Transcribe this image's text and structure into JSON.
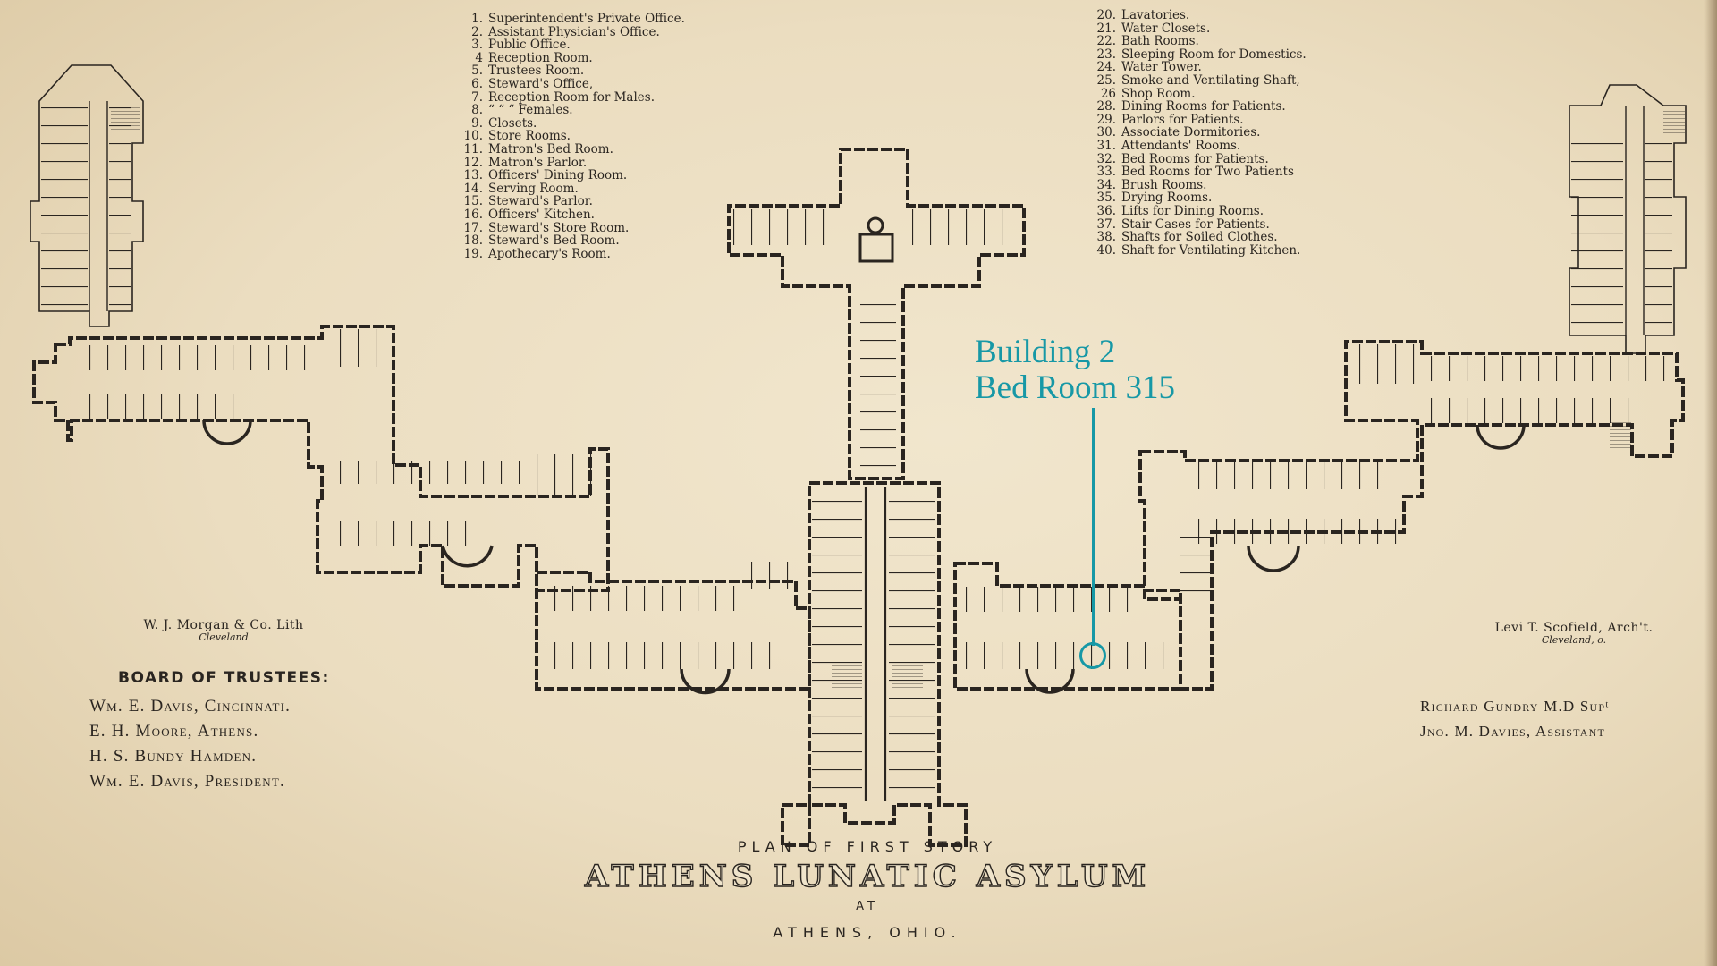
{
  "legend_left": [
    {
      "num": "1.",
      "label": "Superintendent's Private Office."
    },
    {
      "num": "2.",
      "label": "Assistant Physician's Office."
    },
    {
      "num": "3.",
      "label": "Public Office."
    },
    {
      "num": "4",
      "label": "Reception Room."
    },
    {
      "num": "5.",
      "label": "Trustees Room."
    },
    {
      "num": "6.",
      "label": "Steward's Office,"
    },
    {
      "num": "7.",
      "label": "Reception Room for Males."
    },
    {
      "num": "8.",
      "label": "“      “    “ Females."
    },
    {
      "num": "9.",
      "label": "Closets."
    },
    {
      "num": "10.",
      "label": "Store Rooms."
    },
    {
      "num": "11.",
      "label": "Matron's Bed Room."
    },
    {
      "num": "12.",
      "label": "Matron's Parlor."
    },
    {
      "num": "13.",
      "label": "Officers' Dining Room."
    },
    {
      "num": "14.",
      "label": "Serving Room."
    },
    {
      "num": "15.",
      "label": "Steward's Parlor."
    },
    {
      "num": "16.",
      "label": "Officers' Kitchen."
    },
    {
      "num": "17.",
      "label": "Steward's Store Room."
    },
    {
      "num": "18.",
      "label": "Steward's Bed Room."
    },
    {
      "num": "19.",
      "label": "Apothecary's Room."
    }
  ],
  "legend_right": [
    {
      "num": "20.",
      "label": "Lavatories."
    },
    {
      "num": "21.",
      "label": "Water Closets."
    },
    {
      "num": "22.",
      "label": "Bath Rooms."
    },
    {
      "num": "23.",
      "label": "Sleeping Room for Domestics."
    },
    {
      "num": "24.",
      "label": "Water Tower."
    },
    {
      "num": "25.",
      "label": "Smoke and Ventilating Shaft,"
    },
    {
      "num": "26",
      "label": "Shop Room."
    },
    {
      "num": "28.",
      "label": "Dining Rooms for Patients."
    },
    {
      "num": "29.",
      "label": "Parlors for Patients."
    },
    {
      "num": "30.",
      "label": "Associate Dormitories."
    },
    {
      "num": "31.",
      "label": "Attendants' Rooms."
    },
    {
      "num": "32.",
      "label": "Bed Rooms for Patients."
    },
    {
      "num": "33.",
      "label": "Bed Rooms for Two Patients"
    },
    {
      "num": "34.",
      "label": "Brush Rooms."
    },
    {
      "num": "35.",
      "label": "Drying Rooms."
    },
    {
      "num": "36.",
      "label": "Lifts for Dining Rooms."
    },
    {
      "num": "37.",
      "label": "Stair Cases for Patients."
    },
    {
      "num": "38.",
      "label": "Shafts for Soiled Clothes."
    },
    {
      "num": "40.",
      "label": "Shaft for Ventilating Kitchen."
    }
  ],
  "lithographer": {
    "name": "W. J. Morgan & Co. Lith",
    "place": "Cleveland"
  },
  "architect": {
    "name": "Levi T. Scofield, Arch't.",
    "place": "Cleveland, o."
  },
  "trustees": {
    "title": "BOARD OF TRUSTEES:",
    "members": [
      "Wm. E. Davis, Cincinnati.",
      "E. H. Moore, Athens.",
      "H. S. Bundy Hamden.",
      "Wm. E. Davis, President."
    ]
  },
  "staff": [
    "Richard Gundry M.D Supᵗ",
    "Jno. M. Davies, Assistant"
  ],
  "title_block": {
    "plan_of": "PLAN OF FIRST STORY",
    "name": "ATHENS LUNATIC ASYLUM",
    "at": "AT",
    "city": "ATHENS, OHIO."
  },
  "annotation": {
    "line1": "Building 2",
    "line2": "Bed Room 315",
    "color": "#1798a6"
  },
  "colors": {
    "paper": "#ebddc0",
    "ink": "#2a2520",
    "highlight": "#1798a6"
  }
}
